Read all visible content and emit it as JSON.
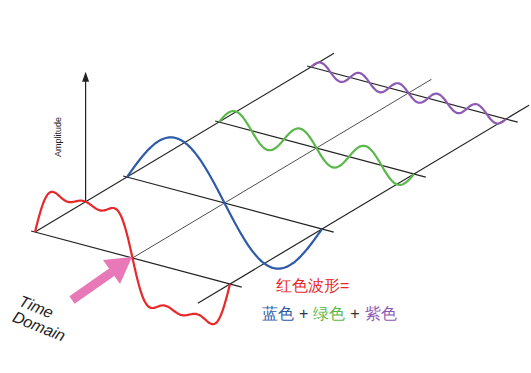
{
  "diagram": {
    "labels": [
      "Amplitude",
      "红色波形=",
      "蓝色",
      "+",
      "绿色",
      "+",
      "紫色",
      "Time Domain"
    ]
  }
}
